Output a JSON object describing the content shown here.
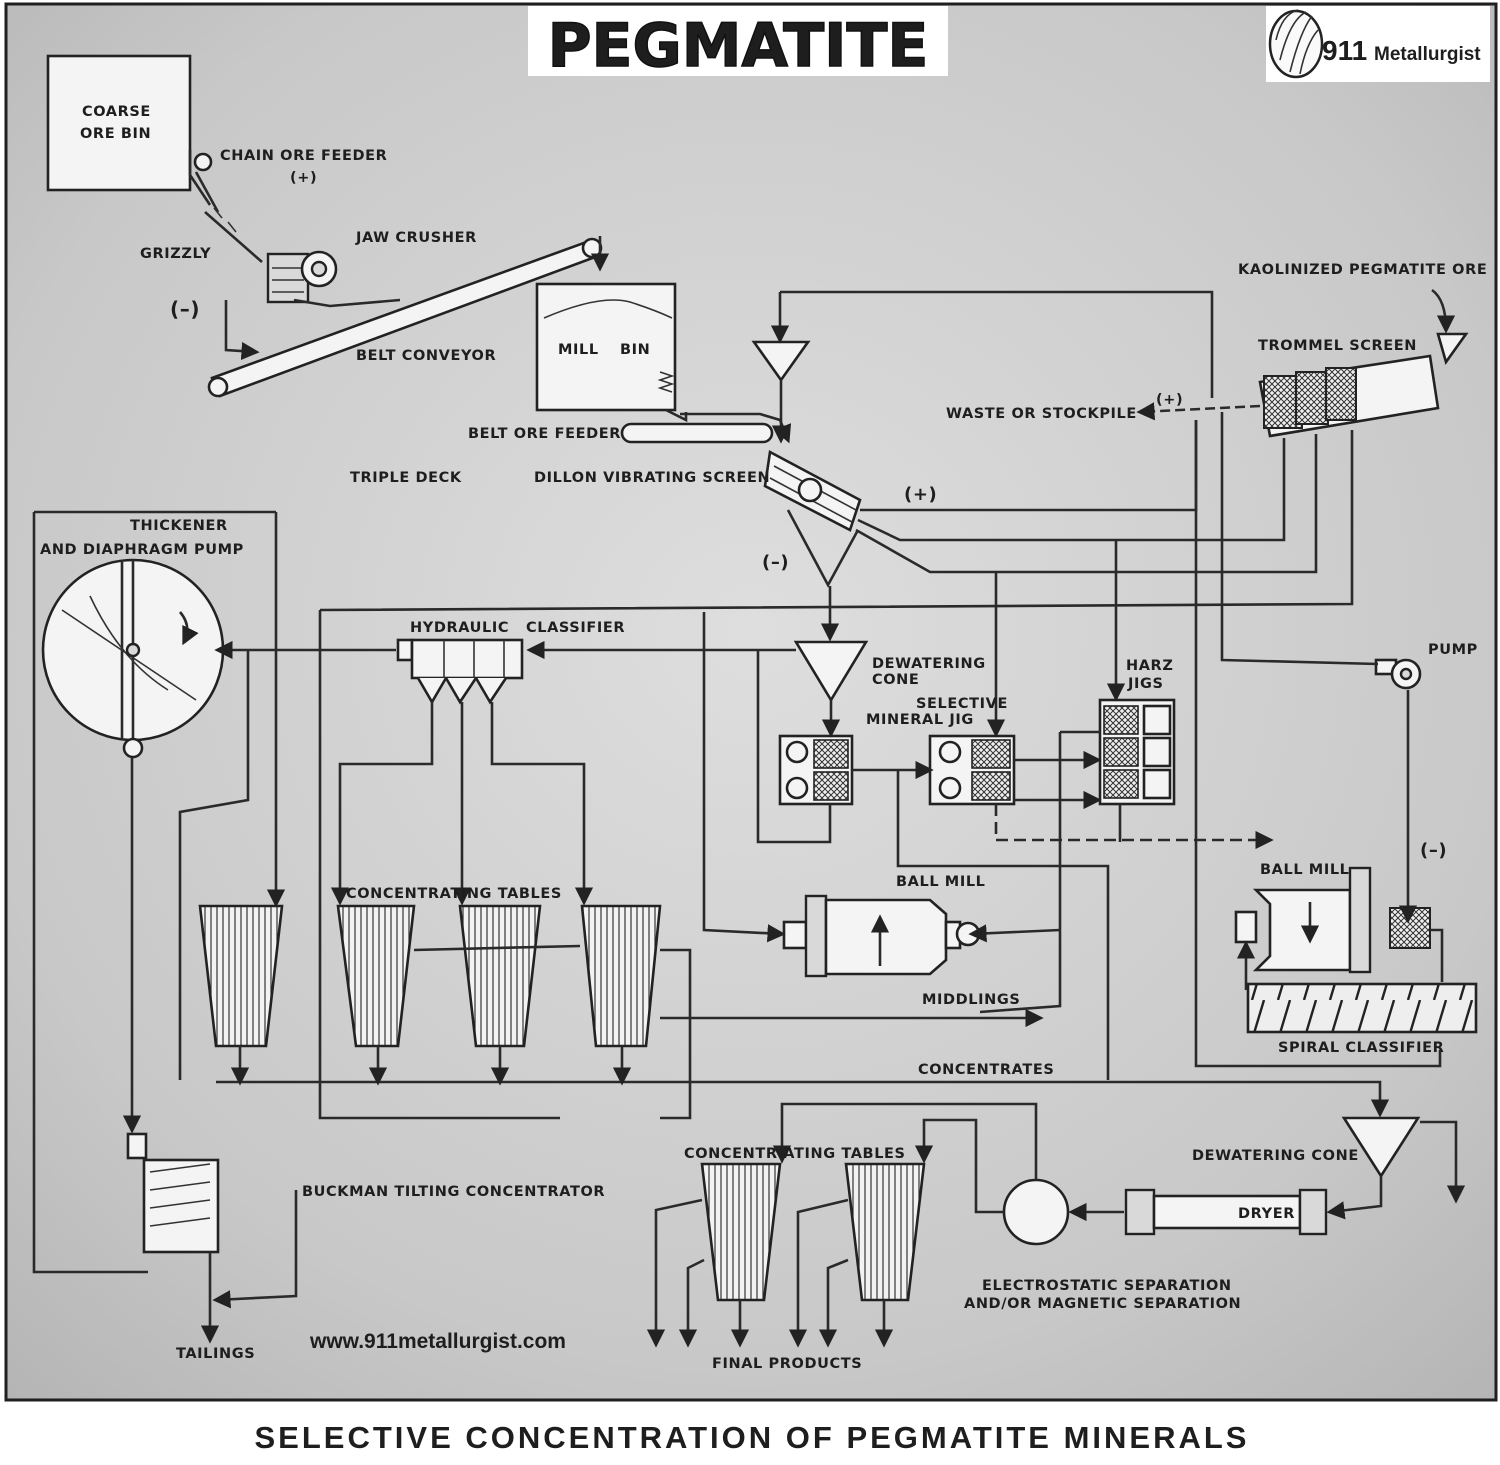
{
  "title": "PEGMATITE",
  "caption": "SELECTIVE CONCENTRATION OF PEGMATITE MINERALS",
  "brand": {
    "number": "911",
    "name": "Metallurgist"
  },
  "website": "www.911metallurgist.com",
  "labels": {
    "coarse_ore_bin_1": "COARSE",
    "coarse_ore_bin_2": "ORE BIN",
    "chain_ore_feeder": "CHAIN ORE FEEDER",
    "plus_1": "(+)",
    "grizzly": "GRIZZLY",
    "minus_1": "(–)",
    "jaw_crusher": "JAW CRUSHER",
    "belt_conveyor": "BELT CONVEYOR",
    "mill_bin_1": "MILL",
    "mill_bin_2": "BIN",
    "belt_ore_feeder": "BELT ORE FEEDER",
    "triple_deck": "TRIPLE DECK",
    "dillon_screen": "DILLON VIBRATING SCREEN",
    "plus_2": "(+)",
    "minus_2": "(–)",
    "kaolinized_ore": "KAOLINIZED PEGMATITE ORE",
    "trommel_screen": "TROMMEL SCREEN",
    "waste_stockpile": "WASTE OR STOCKPILE",
    "plus_3": "(+)",
    "thickener_1": "THICKENER",
    "thickener_2": "AND DIAPHRAGM PUMP",
    "hydraulic_classifier": "HYDRAULIC   CLASSIFIER",
    "dewatering_cone_1a": "DEWATERING",
    "dewatering_cone_1b": "CONE",
    "selective_jig_1": "SELECTIVE",
    "selective_jig_2": "MINERAL JIG",
    "harz_jigs_1": "HARZ",
    "harz_jigs_2": "JIGS",
    "pump": "PUMP",
    "concentrating_tables_1": "CONCENTRATING TABLES",
    "ball_mill_1": "BALL MILL",
    "ball_mill_2": "BALL MILL",
    "minus_3": "(–)",
    "middlings": "MIDDLINGS",
    "spiral_classifier": "SPIRAL CLASSIFIER",
    "concentrates": "CONCENTRATES",
    "concentrating_tables_2": "CONCENTR ATING TABLES",
    "dewatering_cone_2": "DEWATERING CONE",
    "dryer": "DRYER",
    "buckman": "BUCKMAN TILTING CONCENTRATOR",
    "electrostatic_1": "ELECTROSTATIC SEPARATION",
    "electrostatic_2": "AND/OR MAGNETIC SEPARATION",
    "tailings": "TAILINGS",
    "final_products": "FINAL PRODUCTS"
  }
}
